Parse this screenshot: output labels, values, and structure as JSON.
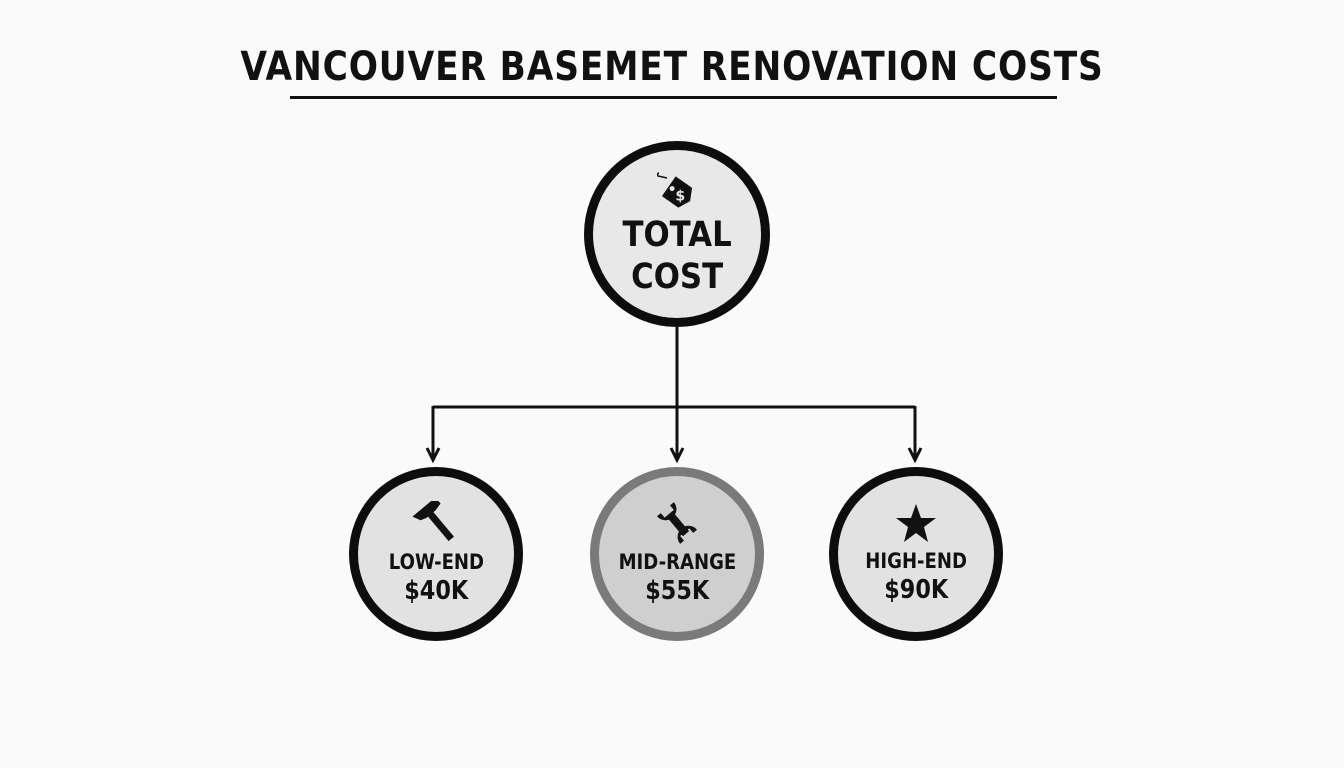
{
  "title": "VANCOUVER BASEMET RENOVATION COSTS",
  "root": {
    "icon": "price-tag-icon",
    "line1": "TOTAL",
    "line2": "COST"
  },
  "tiers": [
    {
      "icon": "hammer-icon",
      "label": "LOW-END",
      "value": "$40K"
    },
    {
      "icon": "wrench-icon",
      "label": "MID-RANGE",
      "value": "$55K"
    },
    {
      "icon": "star-icon",
      "label": "HIGH-END",
      "value": "$90K"
    }
  ],
  "colors": {
    "stroke": "#0d0d0d",
    "fill": "#e2e2e2",
    "mid_stroke": "#7a7a7a",
    "mid_fill": "#cfcfcf",
    "background": "#fafafa"
  }
}
